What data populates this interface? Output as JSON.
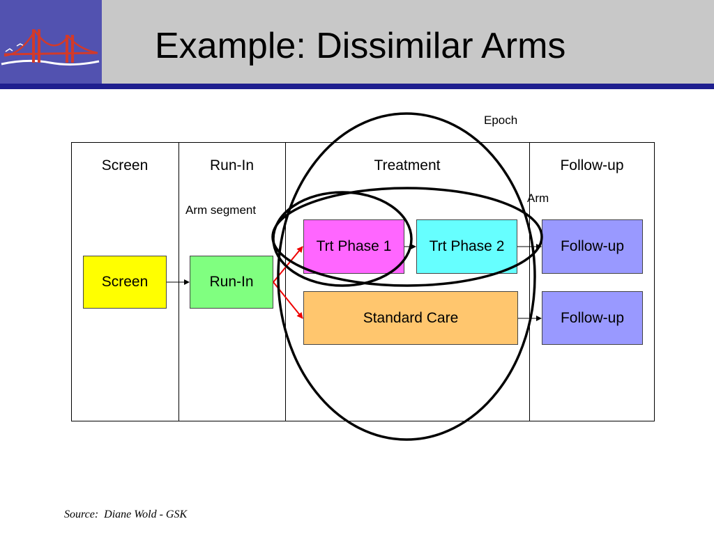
{
  "slide": {
    "title": "Example: Dissimilar Arms",
    "source": "Source:  Diane Wold - GSK"
  },
  "logo": {
    "icon": "golden-gate-bridge-icon"
  },
  "colors": {
    "header_bg": "#c8c8c8",
    "logo_bg": "#5252b0",
    "header_rule": "#1f1f8f",
    "screen": "#ffff00",
    "run_in": "#80ff80",
    "trt_phase_1": "#ff66ff",
    "trt_phase_2": "#66ffff",
    "standard_care": "#ffc66e",
    "follow_up": "#9999ff",
    "branch_arrow": "#ee0000"
  },
  "diagram": {
    "columns": [
      "Screen",
      "Run-In",
      "Treatment",
      "Follow-up"
    ],
    "boxes": {
      "screen": "Screen",
      "run_in": "Run-In",
      "trt_phase_1": "Trt Phase 1",
      "trt_phase_2": "Trt Phase 2",
      "standard_care": "Standard Care",
      "follow_up_1": "Follow-up",
      "follow_up_2": "Follow-up"
    },
    "annotations": {
      "epoch": "Epoch",
      "arm": "Arm",
      "arm_segment": "Arm segment"
    },
    "edges": [
      [
        "Screen",
        "Run-In"
      ],
      [
        "Run-In",
        "Trt Phase 1"
      ],
      [
        "Run-In",
        "Standard Care"
      ],
      [
        "Trt Phase 1",
        "Trt Phase 2"
      ],
      [
        "Trt Phase 2",
        "Follow-up"
      ],
      [
        "Standard Care",
        "Follow-up"
      ]
    ]
  }
}
